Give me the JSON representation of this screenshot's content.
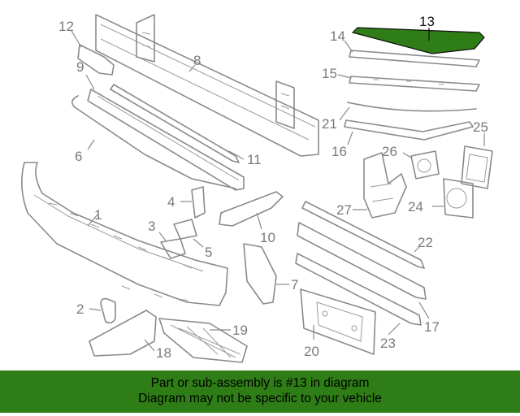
{
  "diagram": {
    "highlight_color": "#2e7d16",
    "callouts": {
      "c1": "1",
      "c2": "2",
      "c3": "3",
      "c4": "4",
      "c5": "5",
      "c6": "6",
      "c7": "7",
      "c8": "8",
      "c9": "9",
      "c10": "10",
      "c11": "11",
      "c12": "12",
      "c13": "13",
      "c14": "14",
      "c15": "15",
      "c16": "16",
      "c17": "17",
      "c18": "18",
      "c19": "19",
      "c20": "20",
      "c21": "21",
      "c22": "22",
      "c23": "23",
      "c24": "24",
      "c25": "25",
      "c26": "26",
      "c27": "27"
    }
  },
  "banner": {
    "line1": "Part or sub-assembly is #13 in diagram",
    "line2": "Diagram may not be specific to your vehicle",
    "color": "#2e7d16"
  }
}
